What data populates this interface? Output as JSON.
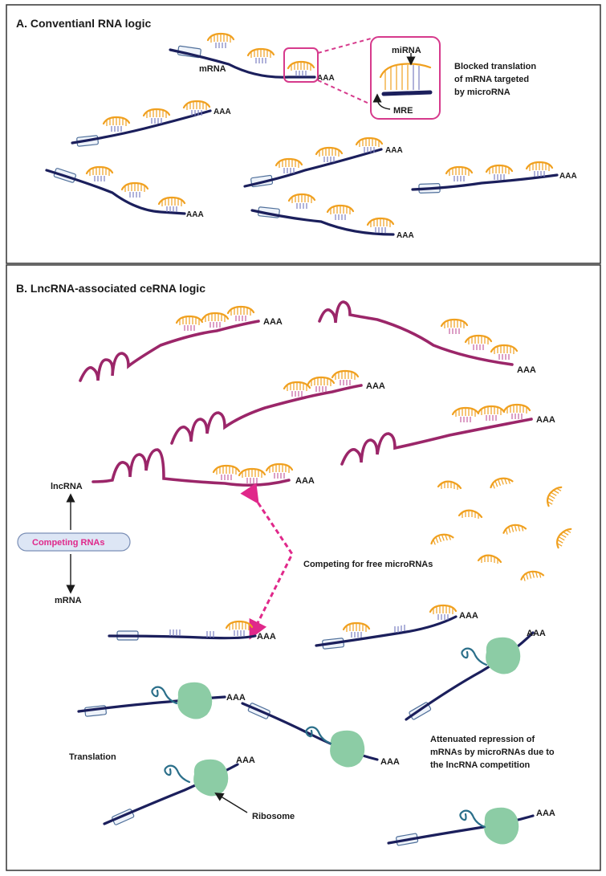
{
  "panel_a": {
    "title": "A. Conventianl RNA  logic",
    "mrna_label": "mRNA",
    "inset_mirna_label": "miRNA",
    "inset_mre_label": "MRE",
    "blocked_line1": "Blocked translation",
    "blocked_line2": "of mRNA targeted",
    "blocked_line3": "by microRNA",
    "poly_a": "AAA"
  },
  "panel_b": {
    "title": "B. LncRNA-associated ceRNA logic",
    "lncrna_label": "lncRNA",
    "competing_rnas": "Competing RNAs",
    "mrna_label": "mRNA",
    "competing_free": "Competing for  free microRNAs",
    "translation": "Translation",
    "ribosome": "Ribosome",
    "attenuated_line1": "Attenuated repression of",
    "attenuated_line2": "mRNAs by microRNAs due to",
    "attenuated_line3": "the  lncRNA competition",
    "poly_a": "AAA"
  },
  "colors": {
    "mrna": "#1b1f5c",
    "lncrna": "#9b2669",
    "microrna": "#f0a01f",
    "ribosome": "#8ccca5",
    "accent_pink": "#e0288a"
  }
}
